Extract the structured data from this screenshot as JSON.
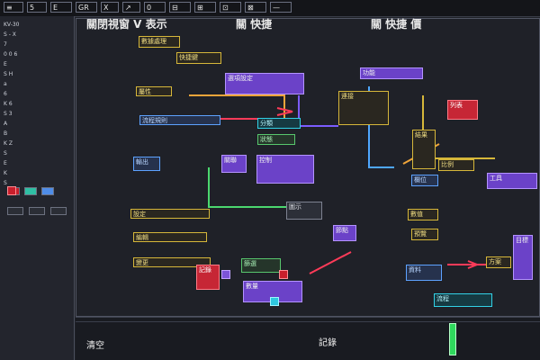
{
  "window": {
    "top_tabs": [
      "≡",
      "5",
      "E",
      "GR",
      "X",
      "↗",
      "0",
      "⊟",
      "⊞",
      "⊡",
      "⊠",
      "—"
    ],
    "title": "關閉視窗 V 表示"
  },
  "panels": {
    "left_title": "關閉視窗 V 表示",
    "center_title": "關 快捷",
    "right_title": "關 快捷 價"
  },
  "sidebar": {
    "rows": [
      "KV-30",
      "S - X",
      "7",
      "0 0 6",
      "E",
      "S H",
      "a",
      "6",
      "K 6",
      "S 3",
      "A",
      "B",
      "K Z",
      "S",
      "E",
      "K",
      "S"
    ]
  },
  "center_nodes": [
    "數據處理",
    "快捷鍵",
    "選項設定",
    "流程規則",
    "屬性",
    "分類",
    "狀態",
    "關聯",
    "控制",
    "輸出",
    "設定",
    "編輯",
    "變更",
    "記錄",
    "篩選",
    "數量",
    "圖示",
    "節點"
  ],
  "right_nodes": [
    "功能",
    "連接",
    "列表",
    "結果",
    "比例",
    "欄位",
    "工具",
    "數值",
    "預覽",
    "方案",
    "資料",
    "流程",
    "目標"
  ],
  "bottom": {
    "left_label": "清空",
    "right_label": "記錄"
  },
  "colors": {
    "background": "#1f2128",
    "purple": "#6b42c8",
    "yellow": "#d6b73a",
    "green": "#58c76d",
    "red": "#c62635",
    "blue": "#5da2ff",
    "cyan": "#32d1e6"
  },
  "icons": [
    "menu-icon",
    "link-icon",
    "warning-icon",
    "arrow-icon",
    "file-icon",
    "grid-icon",
    "node-icon"
  ]
}
